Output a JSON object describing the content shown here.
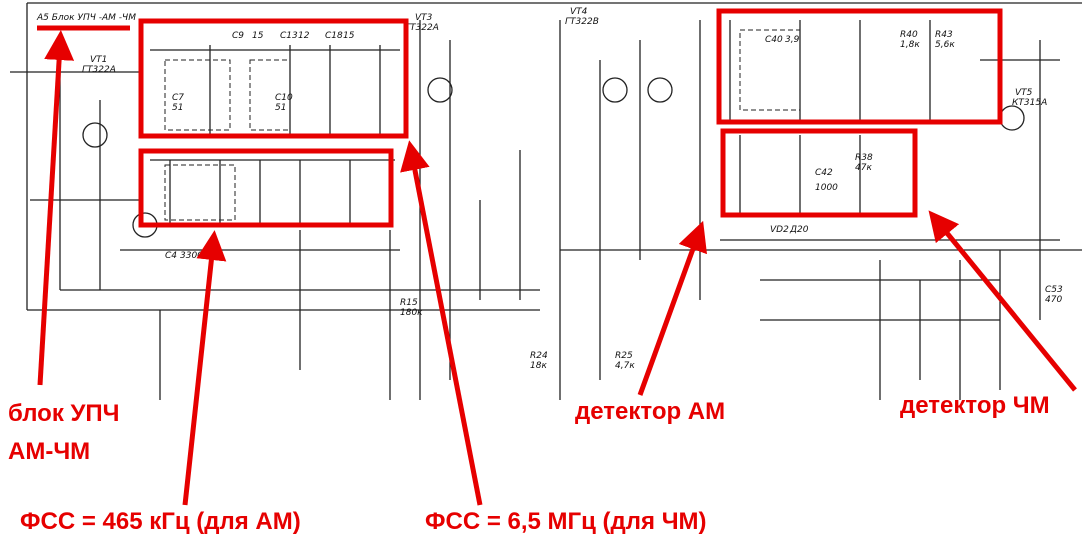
{
  "header_label": "А5 Блок УПЧ -АМ -ЧМ",
  "annotation_color": "#e60000",
  "components": [
    {
      "ref": "VT1",
      "value": "ГТ322А"
    },
    {
      "ref": "VT3",
      "value": "ГТ322А"
    },
    {
      "ref": "VT4",
      "value": "ГТ322В"
    },
    {
      "ref": "VT5",
      "value": "КТ315А"
    },
    {
      "ref": "C9",
      "value": "15"
    },
    {
      "ref": "C13",
      "value": "12"
    },
    {
      "ref": "C18",
      "value": "15"
    },
    {
      "ref": "C7",
      "value": "51"
    },
    {
      "ref": "C10",
      "value": "51"
    },
    {
      "ref": "C40",
      "value": "3,9"
    },
    {
      "ref": "R40",
      "value": "1,8к"
    },
    {
      "ref": "R43",
      "value": "5,6к"
    },
    {
      "ref": "R38",
      "value": "47к"
    },
    {
      "ref": "C42",
      "value": "1000"
    },
    {
      "ref": "C4",
      "value": "3300"
    },
    {
      "ref": "R15",
      "value": "180к"
    },
    {
      "ref": "R24",
      "value": "18к"
    },
    {
      "ref": "R25",
      "value": "4,7к"
    },
    {
      "ref": "C53",
      "value": "470"
    },
    {
      "ref": "VD2",
      "value": "Д20"
    }
  ],
  "annotations": {
    "block": [
      "блок УПЧ",
      "АМ-ЧМ"
    ],
    "fss_am": "ФСС = 465 кГц (для АМ)",
    "fss_fm": "ФСС = 6,5 МГц (для ЧМ)",
    "det_am": "детектор АМ",
    "det_fm": "детектор ЧМ"
  }
}
